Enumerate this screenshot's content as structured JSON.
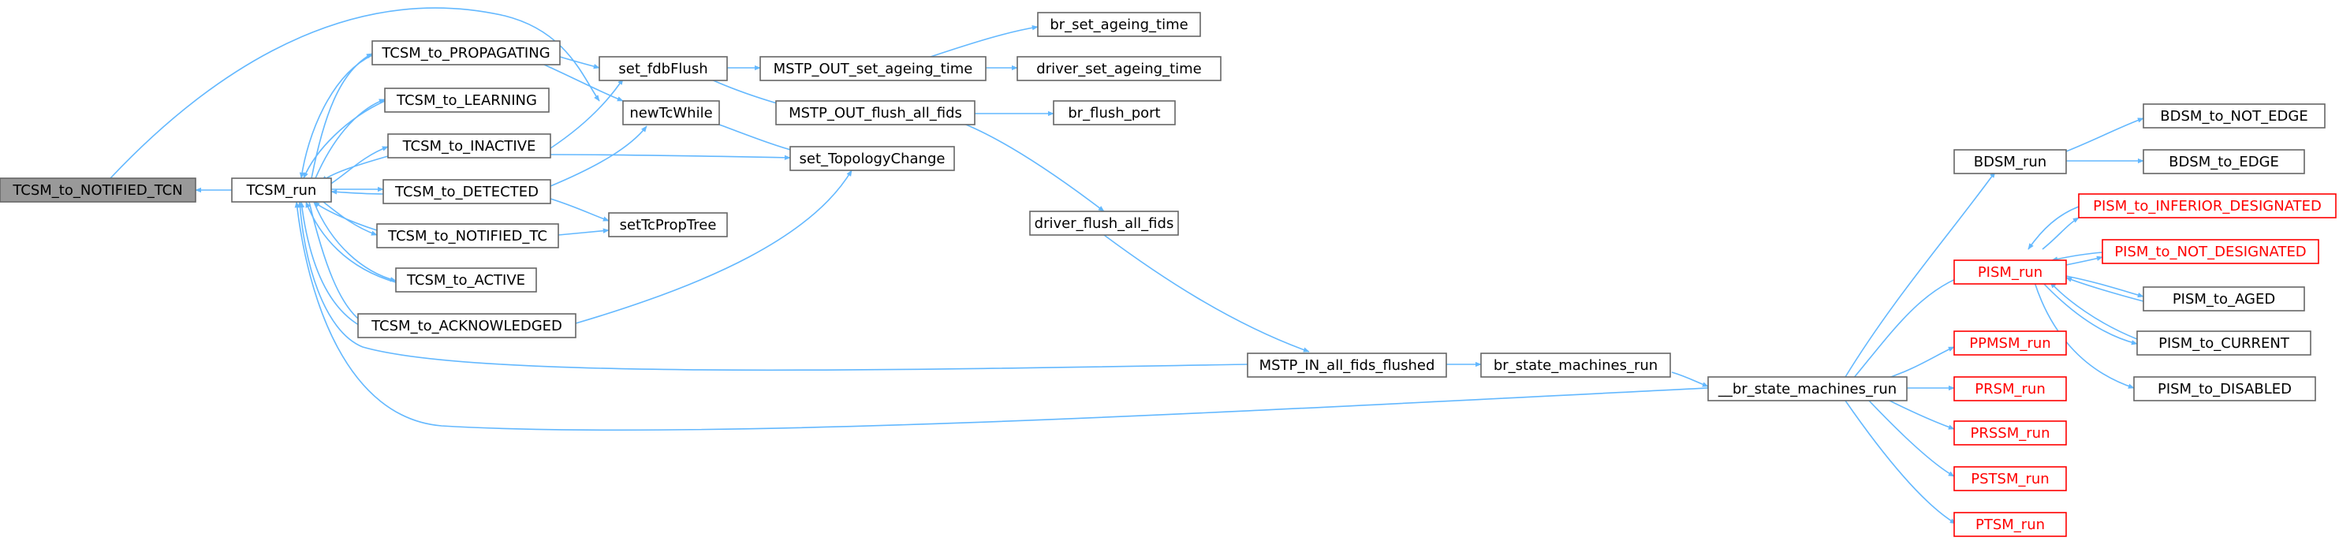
{
  "colors": {
    "edge": "#63b8ff",
    "node_border": "#666666",
    "focus_fill": "#999999",
    "warning": "#ff0000"
  },
  "nodes": [
    {
      "id": "TCSM_to_NOTIFIED_TCN",
      "label": "TCSM_to_NOTIFIED_TCN",
      "style": "focus"
    },
    {
      "id": "TCSM_run",
      "label": "TCSM_run",
      "style": "normal"
    },
    {
      "id": "TCSM_to_PROPAGATING",
      "label": "TCSM_to_PROPAGATING",
      "style": "normal"
    },
    {
      "id": "TCSM_to_LEARNING",
      "label": "TCSM_to_LEARNING",
      "style": "normal"
    },
    {
      "id": "TCSM_to_INACTIVE",
      "label": "TCSM_to_INACTIVE",
      "style": "normal"
    },
    {
      "id": "TCSM_to_DETECTED",
      "label": "TCSM_to_DETECTED",
      "style": "normal"
    },
    {
      "id": "TCSM_to_NOTIFIED_TC",
      "label": "TCSM_to_NOTIFIED_TC",
      "style": "normal"
    },
    {
      "id": "TCSM_to_ACTIVE",
      "label": "TCSM_to_ACTIVE",
      "style": "normal"
    },
    {
      "id": "TCSM_to_ACKNOWLEDGED",
      "label": "TCSM_to_ACKNOWLEDGED",
      "style": "normal"
    },
    {
      "id": "set_fdbFlush",
      "label": "set_fdbFlush",
      "style": "normal"
    },
    {
      "id": "newTcWhile",
      "label": "newTcWhile",
      "style": "normal"
    },
    {
      "id": "setTcPropTree",
      "label": "setTcPropTree",
      "style": "normal"
    },
    {
      "id": "MSTP_OUT_set_ageing_time",
      "label": "MSTP_OUT_set_ageing_time",
      "style": "normal"
    },
    {
      "id": "MSTP_OUT_flush_all_fids",
      "label": "MSTP_OUT_flush_all_fids",
      "style": "normal"
    },
    {
      "id": "set_TopologyChange",
      "label": "set_TopologyChange",
      "style": "normal"
    },
    {
      "id": "br_set_ageing_time",
      "label": "br_set_ageing_time",
      "style": "normal"
    },
    {
      "id": "driver_set_ageing_time",
      "label": "driver_set_ageing_time",
      "style": "normal"
    },
    {
      "id": "br_flush_port",
      "label": "br_flush_port",
      "style": "normal"
    },
    {
      "id": "driver_flush_all_fids",
      "label": "driver_flush_all_fids",
      "style": "normal"
    },
    {
      "id": "MSTP_IN_all_fids_flushed",
      "label": "MSTP_IN_all_fids_flushed",
      "style": "normal"
    },
    {
      "id": "br_state_machines_run",
      "label": "br_state_machines_run",
      "style": "normal"
    },
    {
      "id": "__br_state_machines_run",
      "label": "__br_state_machines_run",
      "style": "normal"
    },
    {
      "id": "BDSM_run",
      "label": "BDSM_run",
      "style": "normal"
    },
    {
      "id": "BDSM_to_NOT_EDGE",
      "label": "BDSM_to_NOT_EDGE",
      "style": "normal"
    },
    {
      "id": "BDSM_to_EDGE",
      "label": "BDSM_to_EDGE",
      "style": "normal"
    },
    {
      "id": "PISM_run",
      "label": "PISM_run",
      "style": "red"
    },
    {
      "id": "PISM_to_INFERIOR_DESIGNATED",
      "label": "PISM_to_INFERIOR_DESIGNATED",
      "style": "red"
    },
    {
      "id": "PISM_to_NOT_DESIGNATED",
      "label": "PISM_to_NOT_DESIGNATED",
      "style": "red"
    },
    {
      "id": "PISM_to_AGED",
      "label": "PISM_to_AGED",
      "style": "normal"
    },
    {
      "id": "PISM_to_CURRENT",
      "label": "PISM_to_CURRENT",
      "style": "normal"
    },
    {
      "id": "PISM_to_DISABLED",
      "label": "PISM_to_DISABLED",
      "style": "normal"
    },
    {
      "id": "PPMSM_run",
      "label": "PPMSM_run",
      "style": "red"
    },
    {
      "id": "PRSM_run",
      "label": "PRSM_run",
      "style": "red"
    },
    {
      "id": "PRSSM_run",
      "label": "PRSSM_run",
      "style": "red"
    },
    {
      "id": "PSTSM_run",
      "label": "PSTSM_run",
      "style": "red"
    },
    {
      "id": "PTSM_run",
      "label": "PTSM_run",
      "style": "red"
    }
  ]
}
